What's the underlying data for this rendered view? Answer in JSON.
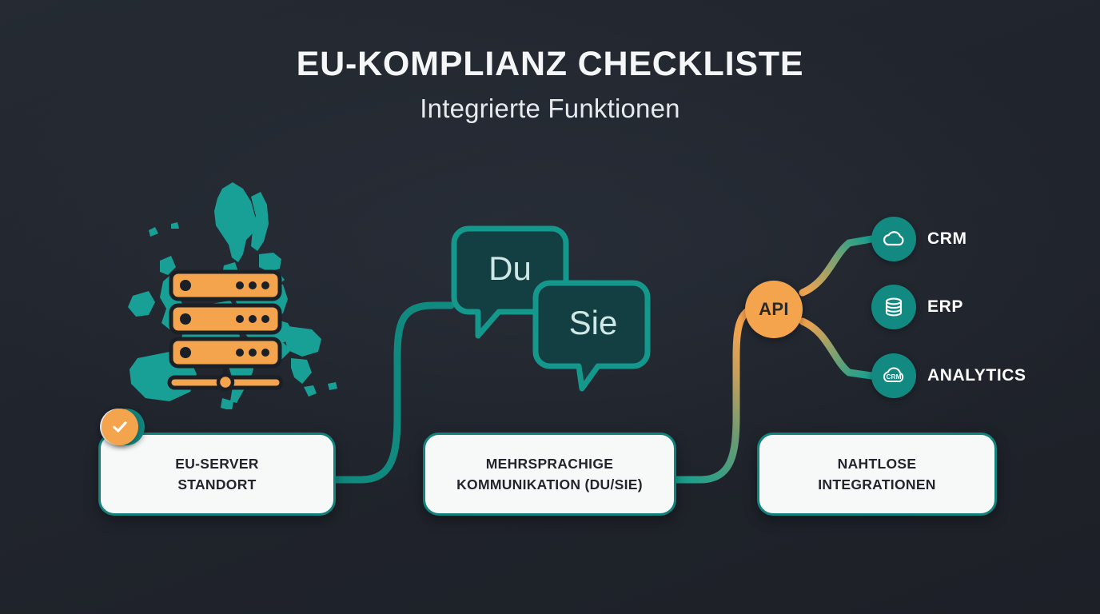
{
  "theme": {
    "background": "#22262e",
    "teal": "#12837c",
    "teal_bright": "#1aa79a",
    "orange": "#f5a44e",
    "card_bg": "#f7f8f8",
    "text_light": "#f4f6f7",
    "text_dark": "#22252b"
  },
  "header": {
    "title": "EU-KOMPLIANZ CHECKLISTE",
    "subtitle": "Integrierte Funktionen"
  },
  "visuals": {
    "eu_map": {
      "name": "europe-map-illustration",
      "server_icon": "server-rack-icon",
      "server_tiers": 3
    },
    "chat": {
      "name": "speech-bubbles-illustration",
      "bubbles": [
        {
          "text": "Du"
        },
        {
          "text": "Sie"
        }
      ]
    },
    "api": {
      "name": "api-integration-hub",
      "hub_label": "API",
      "nodes": [
        {
          "label": "CRM",
          "icon": "cloud-icon"
        },
        {
          "label": "ERP",
          "icon": "database-icon"
        },
        {
          "label": "ANALYTICS",
          "icon": "crm-cloud-icon",
          "icon_text": "CRM"
        }
      ]
    }
  },
  "cards": [
    {
      "line1": "EU-SERVER",
      "line2": "STANDORT",
      "badge": "check-icon",
      "badge_style": "white"
    },
    {
      "line1": "MEHRSPRACHIGE",
      "line2": "KOMMUNIKATION (DU/SIE)",
      "badge": "check-icon",
      "badge_style": "teal"
    },
    {
      "line1": "NAHTLOSE",
      "line2": "INTEGRATIONEN",
      "badge": "check-icon",
      "badge_style": "orange"
    }
  ]
}
